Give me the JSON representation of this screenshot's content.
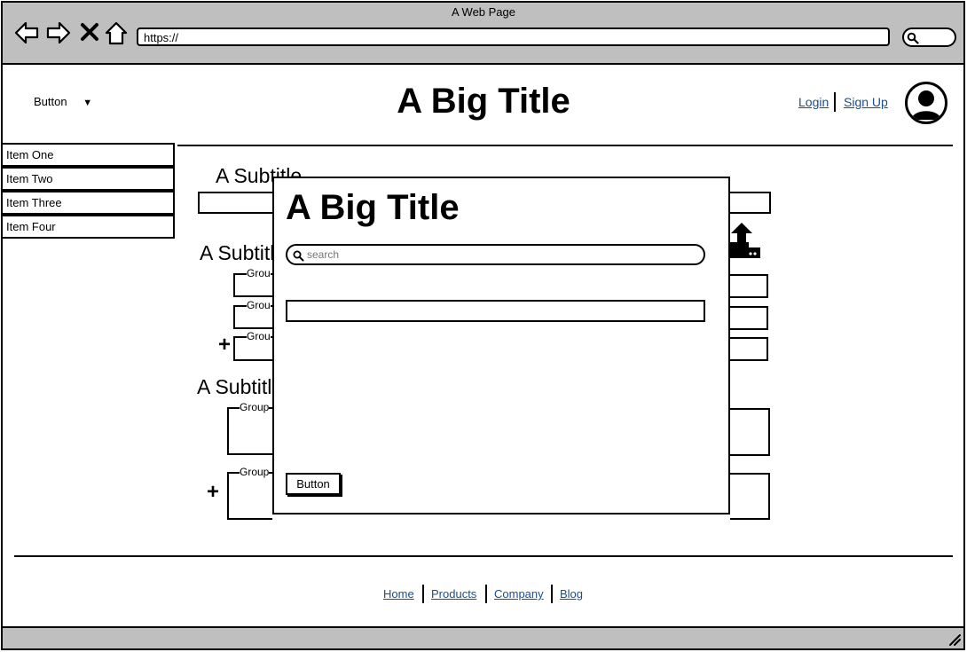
{
  "browser": {
    "title": "A Web Page",
    "url": "https://",
    "icons": [
      "back-arrow-icon",
      "forward-arrow-icon",
      "close-x-icon",
      "home-icon",
      "search-icon"
    ]
  },
  "header": {
    "dropdown_label": "Button",
    "title": "A Big Title",
    "login": "Login",
    "signup": "Sign Up"
  },
  "sidebar": {
    "items": [
      {
        "label": "Item One"
      },
      {
        "label": "Item Two"
      },
      {
        "label": "Item Three"
      },
      {
        "label": "Item Four"
      }
    ]
  },
  "content": {
    "subtitle_1": "A Subtitle",
    "subtitle_2": "A Subtitl",
    "subtitle_3": "A Subtitl",
    "group_a": [
      "Grou",
      "Grou",
      "Grou"
    ],
    "group_b": [
      "Group",
      "Group"
    ]
  },
  "modal": {
    "title": "A Big Title",
    "search_placeholder": "search",
    "button_label": "Button"
  },
  "footer": {
    "links": [
      {
        "label": "Home"
      },
      {
        "label": "Products"
      },
      {
        "label": "Company"
      },
      {
        "label": "Blog"
      }
    ]
  },
  "colors": {
    "chrome": "#bfbfbf",
    "link": "#1a4f8b"
  }
}
